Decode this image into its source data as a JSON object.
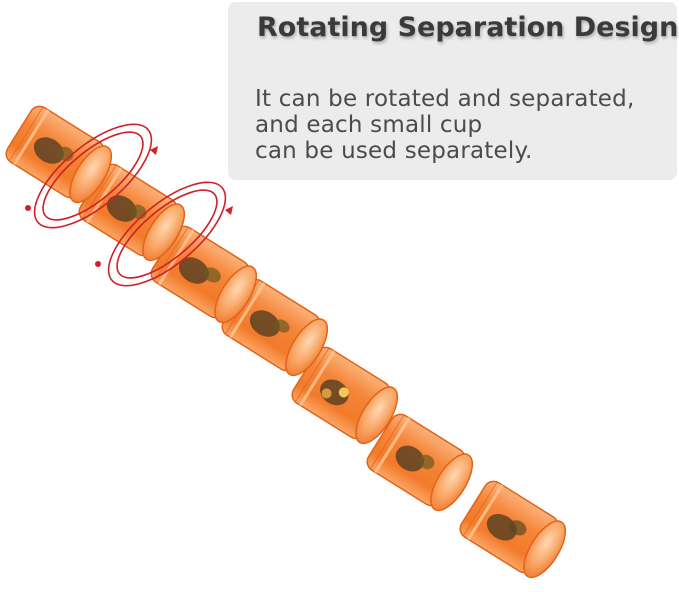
{
  "feature": {
    "title": "Rotating Separation Design",
    "description_lines": [
      "It can be rotated and separated,",
      "and each small cup",
      "can be used separately."
    ]
  },
  "colors": {
    "cup_orange": "#f5863a",
    "rotation_arrows": "#d0202a",
    "panel_background": "#ececec",
    "title_text": "#3a3a3a",
    "body_text": "#4b4b4b"
  },
  "illustration": {
    "cup_count": 7,
    "icon": "rotation-arrows-icon"
  }
}
